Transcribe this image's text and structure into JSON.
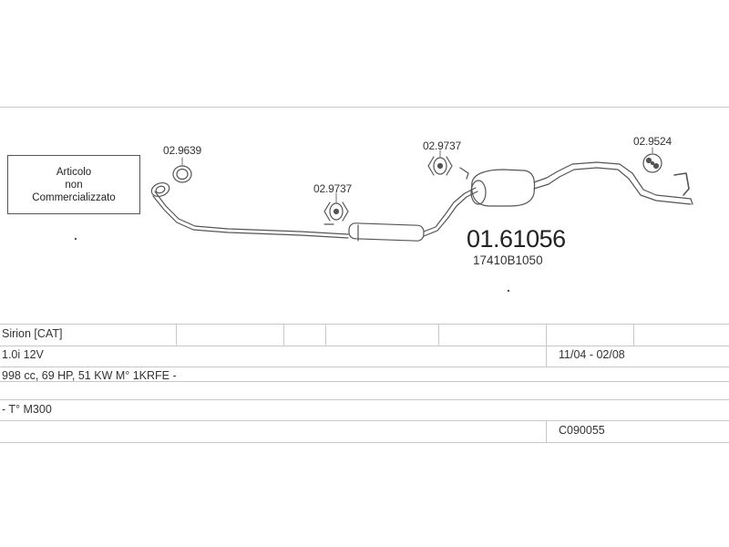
{
  "note": {
    "line1": "Articolo",
    "line2": "non",
    "line3": "Commercializzato"
  },
  "parts": {
    "gasket": "02.9639",
    "hanger_front": "02.9737",
    "hanger_middle": "02.9737",
    "hanger_rear": "02.9524",
    "main_code": "01.61056",
    "oem_code": "17410B1050"
  },
  "table": {
    "model": "Sirion  [CAT]",
    "engine": "1.0i 12V",
    "period": "11/04 - 02/08",
    "specs": "998 cc, 69 HP, 51 KW M° 1KRFE -",
    "type": "- T° M300",
    "code": "C090055"
  }
}
